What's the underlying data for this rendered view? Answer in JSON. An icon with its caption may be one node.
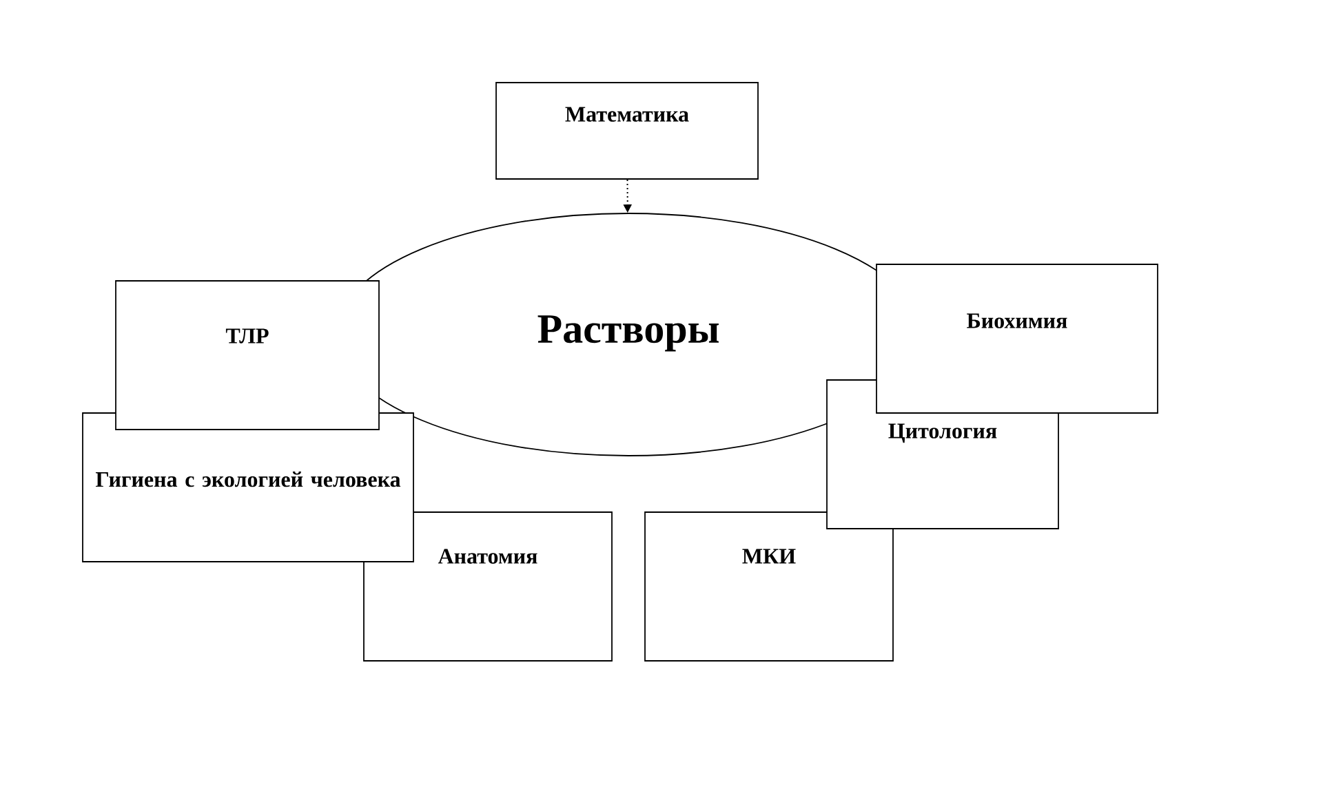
{
  "diagram": {
    "nodes": [
      {
        "text": [
          "Математика"
        ]
      },
      {
        "text": [
          "Растворы"
        ]
      },
      {
        "text": [
          "ТЛР"
        ]
      },
      {
        "text": [
          "Биохимия"
        ]
      },
      {
        "text": [
          "Гигиена с экологией человека"
        ]
      },
      {
        "text": [
          "Цитология"
        ]
      },
      {
        "text": [
          "Анатомия"
        ]
      },
      {
        "text": [
          "МКИ"
        ]
      }
    ],
    "edges": [
      {
        "from": 0,
        "to": 1,
        "arrow": "to",
        "style": "dashed"
      }
    ]
  }
}
